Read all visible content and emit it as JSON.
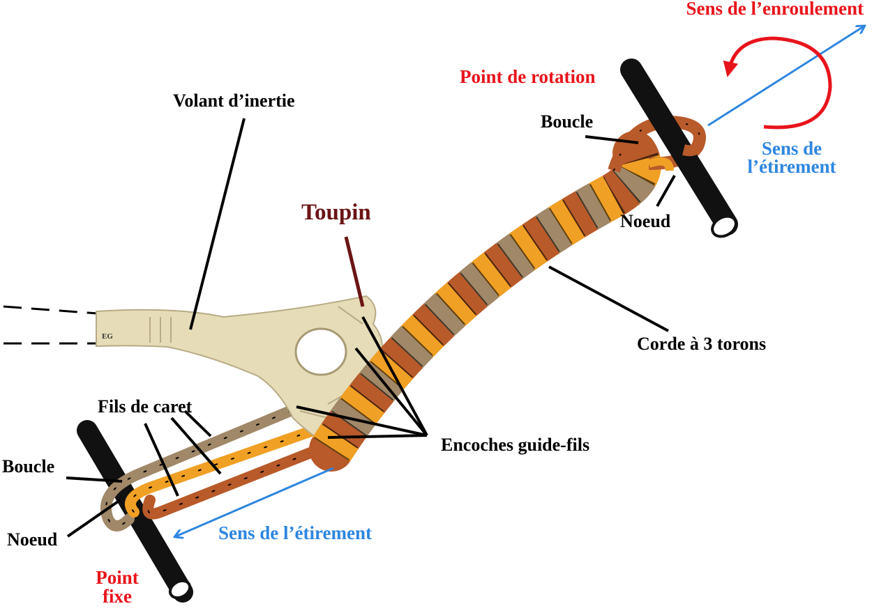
{
  "labels": {
    "sens_enroulement": "Sens de l’enroulement",
    "point_rotation": "Point de rotation",
    "boucle_top": "Boucle",
    "sens_etirement_top_1": "Sens de",
    "sens_etirement_top_2": "l’étirement",
    "noeud_top": "Noeud",
    "volant": "Volant d’inertie",
    "toupin": "Toupin",
    "corde": "Corde à 3 torons",
    "fils_caret": "Fils de caret",
    "encoches": "Encoches guide-fils",
    "boucle_bottom": "Boucle",
    "noeud_bottom": "Noeud",
    "sens_etirement_bottom": "Sens de l’étirement",
    "point_fixe_1": "Point",
    "point_fixe_2": "fixe",
    "tool_mark": "EG"
  },
  "colors": {
    "text": "#000000",
    "red_label": "#e8141b",
    "blue_label": "#2e86e0",
    "toupin_label": "#6b1414",
    "strand_orange": "#f0a024",
    "strand_rust": "#b85a2a",
    "strand_taupe": "#a08868",
    "bone": "#e6dcb8",
    "bar": "#111111"
  },
  "icons": [
    "rotation-arrow-icon",
    "stretch-arrow-icon"
  ]
}
